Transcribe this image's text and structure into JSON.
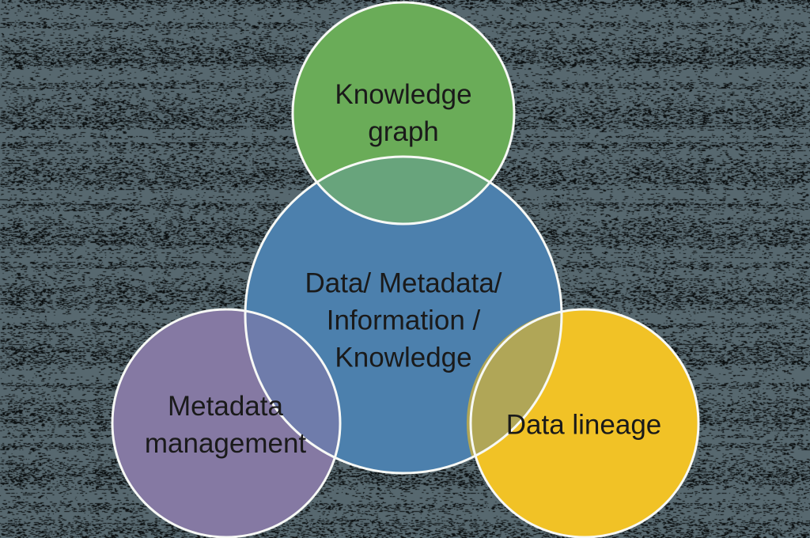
{
  "diagram": {
    "type": "venn",
    "background": {
      "base_color": "#57686f",
      "noise_color": "#0b0f10"
    },
    "stroke_color": "#f7f9f6",
    "text_color": "#1a1a1a",
    "circles": [
      {
        "id": "knowledge-graph",
        "label": "Knowledge graph",
        "lines": [
          "Knowledge",
          "graph"
        ],
        "color": "#6aac58"
      },
      {
        "id": "central-data",
        "label": "Data/ Metadata/ Information / Knowledge",
        "lines": [
          "Data/ Metadata/",
          "Information /",
          "Knowledge"
        ],
        "color": "#4c80ad"
      },
      {
        "id": "metadata-management",
        "label": "Metadata management",
        "lines": [
          "Metadata",
          "management"
        ],
        "color": "#8579a3"
      },
      {
        "id": "data-lineage",
        "label": "Data lineage",
        "lines": [
          "Data lineage"
        ],
        "color": "#f1c226"
      }
    ],
    "overlaps": [
      {
        "pair": "knowledge-graph + central-data",
        "color": "#68a47c"
      },
      {
        "pair": "metadata-management + central-data",
        "color": "#6f7cab"
      },
      {
        "pair": "data-lineage + central-data",
        "color": "#b0a657"
      }
    ]
  }
}
